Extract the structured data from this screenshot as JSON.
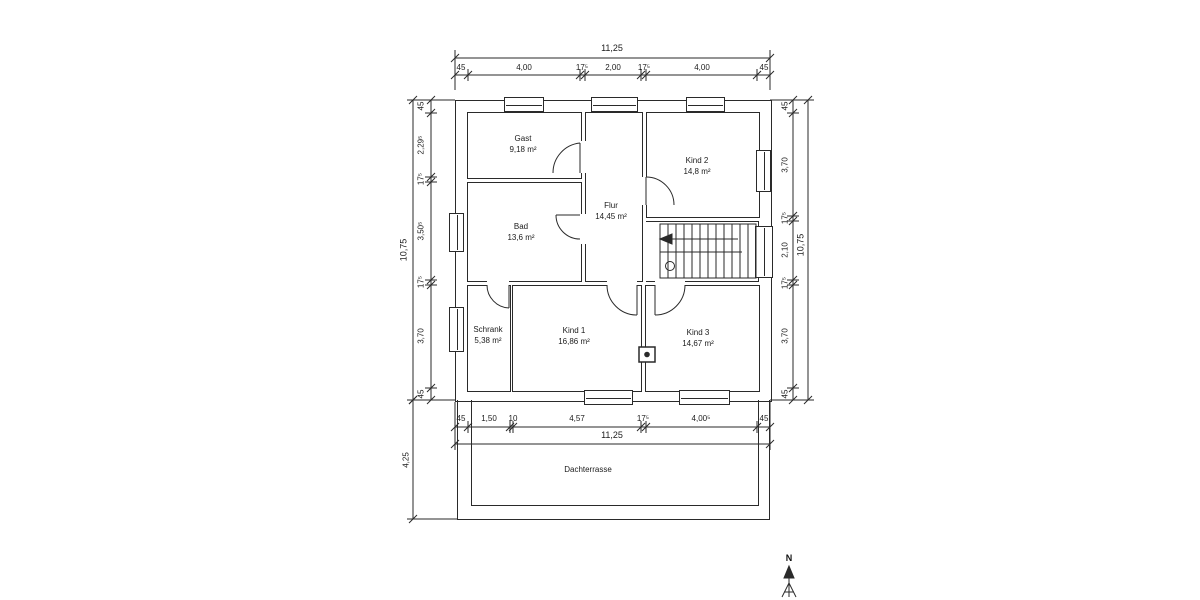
{
  "rooms": {
    "gast": {
      "name": "Gast",
      "area": "9,18 m²"
    },
    "bad": {
      "name": "Bad",
      "area": "13,6 m²"
    },
    "flur": {
      "name": "Flur",
      "area": "14,45 m²"
    },
    "kind1": {
      "name": "Kind 1",
      "area": "16,86 m²"
    },
    "kind2": {
      "name": "Kind 2",
      "area": "14,8 m²"
    },
    "kind3": {
      "name": "Kind 3",
      "area": "14,67 m²"
    },
    "schrank": {
      "name": "Schrank",
      "area": "5,38 m²"
    },
    "dachterrasse": {
      "name": "Dachterrasse"
    }
  },
  "dimensions": {
    "top": {
      "overall": "11,25",
      "segments": [
        "45",
        "4,00",
        "17⁵",
        "2,00",
        "17⁵",
        "4,00",
        "45"
      ]
    },
    "bottom": {
      "overall": "11,25",
      "segments": [
        "45",
        "1,50",
        "10",
        "4,57",
        "17⁵",
        "4,00⁵",
        "45"
      ]
    },
    "left": {
      "overall": "10,75",
      "terrace_depth": "4,25",
      "segments": [
        "45",
        "2,29⁵",
        "17⁵",
        "3,50⁵",
        "17⁵",
        "3,70",
        "45"
      ]
    },
    "right": {
      "overall": "10,75",
      "segments": [
        "45",
        "3,70",
        "17⁵",
        "2,10",
        "17⁵",
        "3,70",
        "45"
      ]
    }
  },
  "compass": {
    "label": "N"
  },
  "colors": {
    "line": "#2a2a2a",
    "background": "#ffffff"
  }
}
